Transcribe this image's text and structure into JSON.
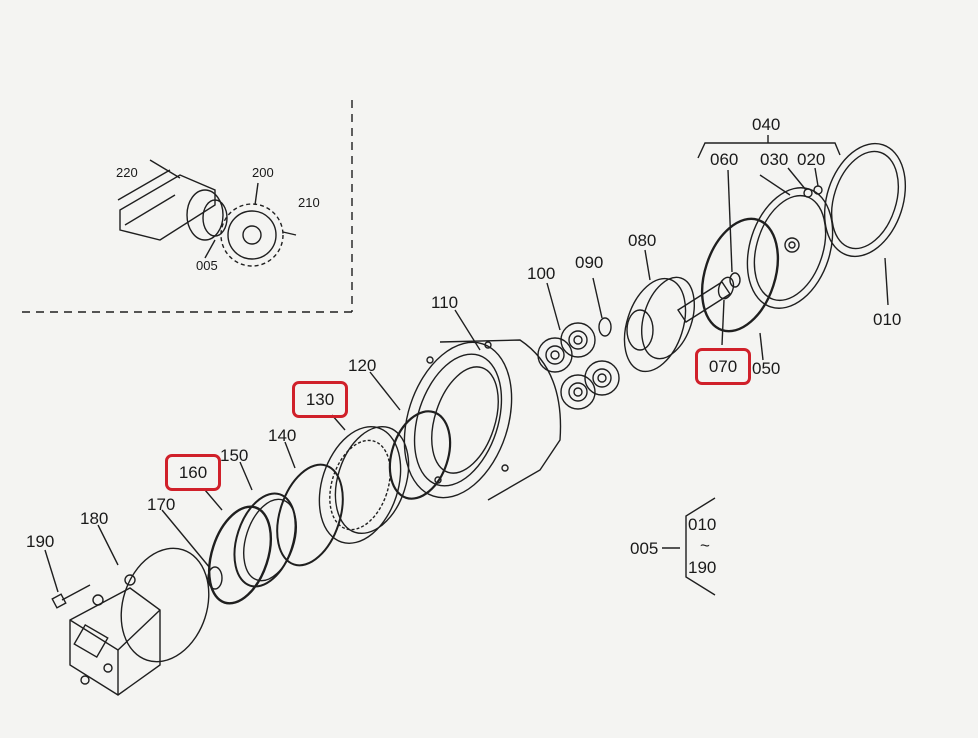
{
  "colors": {
    "highlight": "#d0202a",
    "line": "#1f1f1f",
    "paper": "#f4f4f2"
  },
  "inset_labels": {
    "220": "220",
    "200": "200",
    "210": "210",
    "005": "005"
  },
  "labels": {
    "040": "040",
    "060": "060",
    "030": "030",
    "020": "020",
    "010": "010",
    "080": "080",
    "090": "090",
    "100": "100",
    "110": "110",
    "120": "120",
    "140": "140",
    "150": "150",
    "170": "170",
    "180": "180",
    "190": "190",
    "050": "050"
  },
  "highlighted": {
    "130": "130",
    "160": "160",
    "070": "070"
  },
  "assembly_note": {
    "group": "005",
    "from": "010",
    "tilde": "~",
    "to": "190"
  }
}
